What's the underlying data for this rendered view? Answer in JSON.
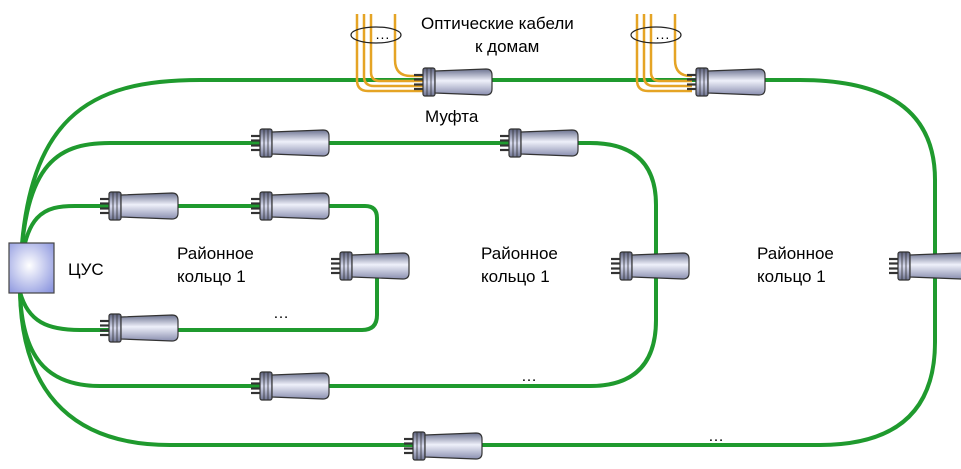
{
  "cables_label_line1": "Оптические кабели",
  "cables_label_line2": "к домам",
  "coupling_label": "Муфта",
  "center_label": "ЦУС",
  "rings": [
    {
      "line1": "Районное",
      "line2": "кольцо 1"
    },
    {
      "line1": "Районное",
      "line2": "кольцо 1"
    },
    {
      "line1": "Районное",
      "line2": "кольцо 1"
    }
  ],
  "ellipsis": "…",
  "colors": {
    "ring": "#1f9a2e",
    "cable": "#e5a425",
    "coupling_body_dark": "#6d7390",
    "coupling_body_light": "#eef0fa",
    "center_box": "#aab3ee"
  }
}
